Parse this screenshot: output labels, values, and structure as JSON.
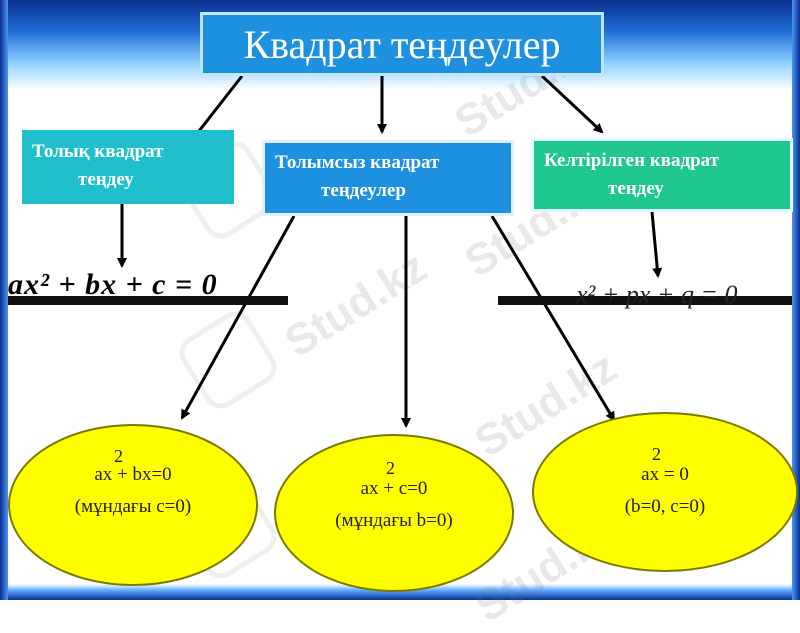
{
  "title": "Квадрат теңдеулер",
  "boxes": {
    "full": {
      "line1": "Толық квадрат",
      "line2": "теңдеу"
    },
    "incomplete": {
      "line1": "Толымсыз квадрат",
      "line2": "теңдеулер"
    },
    "reduced": {
      "line1": "Келтірілген квадрат",
      "line2": "теңдеу"
    }
  },
  "equations": {
    "general": "ax² + bx + c = 0",
    "reduced": "x² + px + q = 0"
  },
  "cases": [
    {
      "sup": "2",
      "expr": "ax + bx=0",
      "note": "(мұндағы c=0)"
    },
    {
      "sup": "2",
      "expr": "ax + c=0",
      "note": "(мұндағы b=0)"
    },
    {
      "sup": "2",
      "expr": "ax = 0",
      "note": "(b=0, c=0)"
    }
  ],
  "watermark": "Stud.kz",
  "colors": {
    "title_box": "#1e90e0",
    "full_box": "#1fc0cc",
    "incomplete_box": "#1e90e0",
    "reduced_box": "#20c790",
    "ellipse": "#ffff00"
  }
}
